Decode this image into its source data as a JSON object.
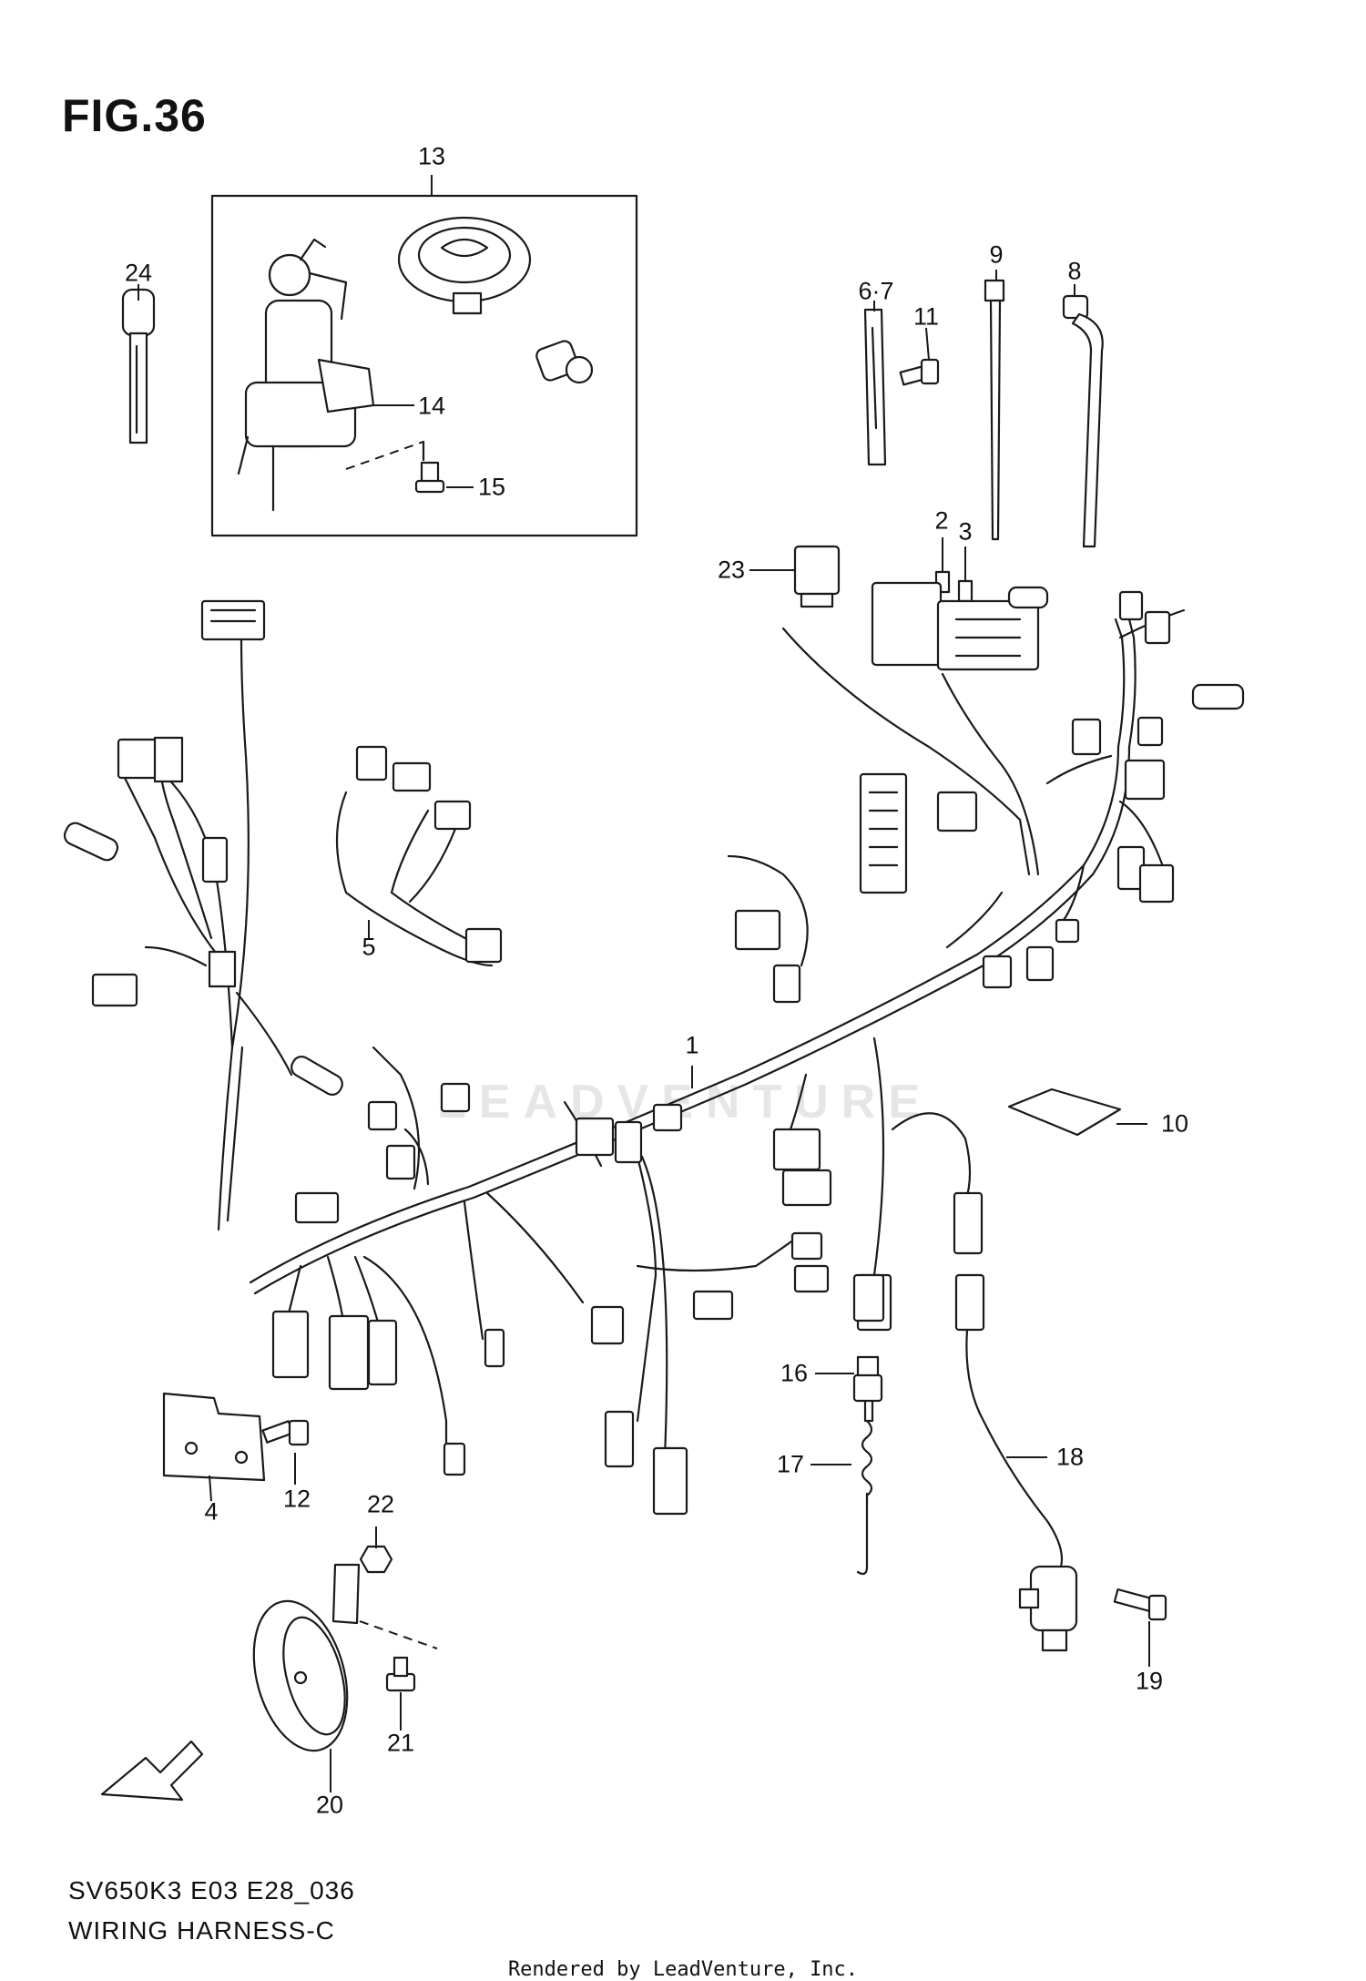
{
  "figure": {
    "title": "FIG.36",
    "model_code": "SV650K3 E03 E28_036",
    "name": "WIRING HARNESS-C",
    "credit": "Rendered by LeadVenture, Inc.",
    "watermark": "LEADVENTURE"
  },
  "callouts": {
    "c1": "1",
    "c2": "2",
    "c3": "3",
    "c4": "4",
    "c5": "5",
    "c6_7": "6·7",
    "c8": "8",
    "c9": "9",
    "c10": "10",
    "c11": "11",
    "c12": "12",
    "c13": "13",
    "c14": "14",
    "c15": "15",
    "c16": "16",
    "c17": "17",
    "c18": "18",
    "c19": "19",
    "c20": "20",
    "c21": "21",
    "c22": "22",
    "c23": "23",
    "c24": "24"
  },
  "colors": {
    "ink": "#1a1a1a",
    "background": "#ffffff",
    "watermark": "#e6e6e6"
  }
}
